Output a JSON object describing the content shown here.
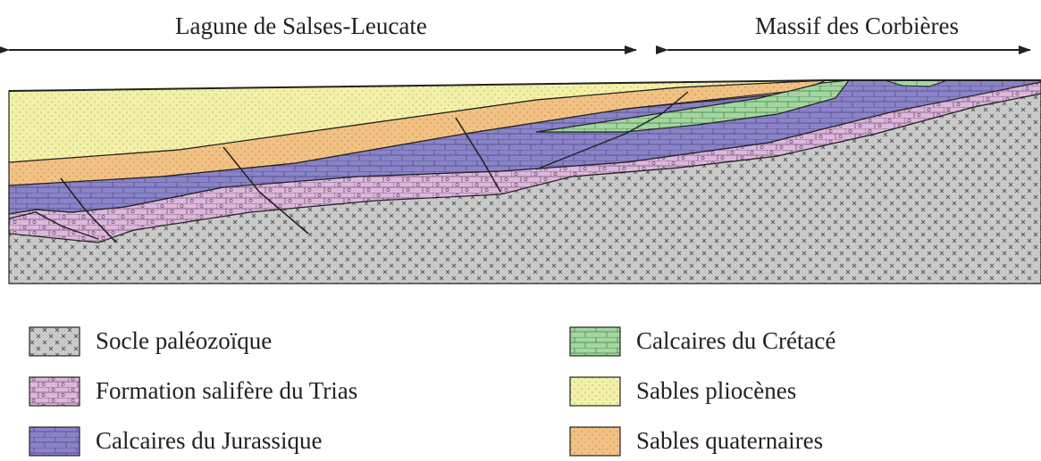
{
  "header": {
    "left_region": "Lagune de Salses-Leucate",
    "right_region": "Massif des Corbières"
  },
  "legend": [
    {
      "key": "socle",
      "label": "Socle paléozoïque",
      "color": "#c9c9c9",
      "pattern": "crosses"
    },
    {
      "key": "trias",
      "label": "Formation salifère du Trias",
      "color": "#ddb7dc",
      "pattern": "salt-cells"
    },
    {
      "key": "jurassique",
      "label": "Calcaires du Jurassique",
      "color": "#8a83c7",
      "pattern": "bricks"
    },
    {
      "key": "cretace",
      "label": "Calcaires du Crétacé",
      "color": "#a3d6a0",
      "pattern": "bricks"
    },
    {
      "key": "pliocene",
      "label": "Sables pliocènes",
      "color": "#f3f0a8",
      "pattern": "dots"
    },
    {
      "key": "quaternaire",
      "label": "Sables quaternaires",
      "color": "#f2c184",
      "pattern": "dots"
    }
  ]
}
